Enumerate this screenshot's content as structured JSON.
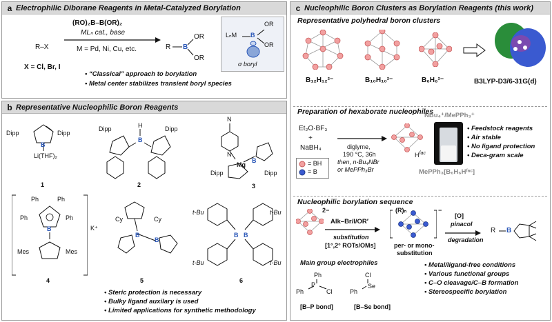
{
  "panel_a": {
    "letter": "a",
    "title": "Electrophilic Diborane Reagents in Metal-Catalyzed Borylation",
    "substrate": "R–X",
    "reagent_line1": "(RO)₂B–B(OR)₂",
    "reagent_line2": "MLₙ cat., base",
    "reagent_line3": "M = Pd, Ni, Cu, etc.",
    "x_def": "X = Cl, Br, I",
    "product_r": "R",
    "product_b": "B",
    "product_or1": "OR",
    "product_or2": "OR",
    "inset_lnm": "LₙM",
    "inset_b": "B",
    "inset_or1": "OR",
    "inset_or2": "OR",
    "inset_label": "σ boryl",
    "bullets": [
      "“Classical” approach to borylation",
      "Metal center stabilizes transient boryl species"
    ]
  },
  "panel_b": {
    "letter": "b",
    "title": "Representative Nucleophilic Boron Reagents",
    "compounds": [
      "1",
      "2",
      "3",
      "4",
      "5",
      "6"
    ],
    "labels": {
      "dipp": "Dipp",
      "li_thf": "Li(THF)₂",
      "b": "B",
      "n": "N",
      "h": "H",
      "mg": "Mg",
      "ph": "Ph",
      "mes": "Mes",
      "k_plus": "K⁺",
      "cy": "Cy",
      "tbu": "t-Bu"
    },
    "bullets": [
      "Steric protection is necessary",
      "Bulky ligand auxilary is used",
      "Limited applications for synthetic methodology"
    ]
  },
  "panel_c": {
    "letter": "c",
    "title": "Nucleophilic Boron Clusters as Borylation Reagents (this work)",
    "clusters_heading": "Representative polyhedral boron clusters",
    "cluster_labels": [
      "B₁₂H₁₂²⁻",
      "B₁₀H₁₀²⁻",
      "B₆H₆²⁻"
    ],
    "method_label": "B3LYP-D3/6-31G(d)",
    "prep_heading": "Preparation of hexaborate nucleophiles",
    "prep_reagent1": "Et₂O·BF₃",
    "prep_plus": "+",
    "prep_reagent2": "NaBH₄",
    "prep_cond1": "diglyme,",
    "prep_cond2": "190 °C, 36h",
    "prep_cond3": "then, n-Bu₄NBr",
    "prep_cond4": "or MePPh₃Br",
    "legend_bh": "= BH",
    "legend_b": "= B",
    "counterion": "NBu₄⁺/MePPh₃⁺",
    "hfac": "H",
    "hfac_sup": "fac",
    "vial_label": "MePPh₃[B₆H₆Hᶠᵃᶜ]",
    "prep_bullets": [
      "Feedstock reagents",
      "Air stable",
      "No ligand protection",
      "Deca-gram scale"
    ],
    "seq_heading": "Nucleophilic borylation sequence",
    "seq_charge1": "2−",
    "seq_reagent": "Alk–Br/I/OR′",
    "seq_subst": "substitution",
    "seq_subst2": "[1°,2° ROTs/OMs]",
    "seq_rn": "(R)ₙ",
    "seq_charge2": "−",
    "seq_permono": "per- or mono-",
    "seq_permono2": "substitution",
    "seq_ox1": "[O]",
    "seq_ox2": "pinacol",
    "seq_degr": "degradation",
    "seq_prod_r": "R",
    "seq_prod_b": "B",
    "main_group_heading": "Main group electrophiles",
    "bp_ph1": "Ph",
    "bp_p": "P",
    "bp_ph2": "Ph",
    "bp_cl": "Cl",
    "bp_bond": "[B–P bond]",
    "bse_cl": "Cl",
    "bse_ph": "Ph",
    "bse_se": "Se",
    "bse_bond": "[B–Se bond]",
    "seq_bullets": [
      "Metal/ligand-free conditions",
      "Various functional groups",
      "C–O cleavage/C–B formation",
      "Stereospecific borylation"
    ]
  },
  "colors": {
    "header_bg": "#d9d9d9",
    "boron_blue": "#2a57b8",
    "bh_pink": "#f2a0a0",
    "cluster_red": "#d26464",
    "accent_red": "#c63b3b"
  }
}
